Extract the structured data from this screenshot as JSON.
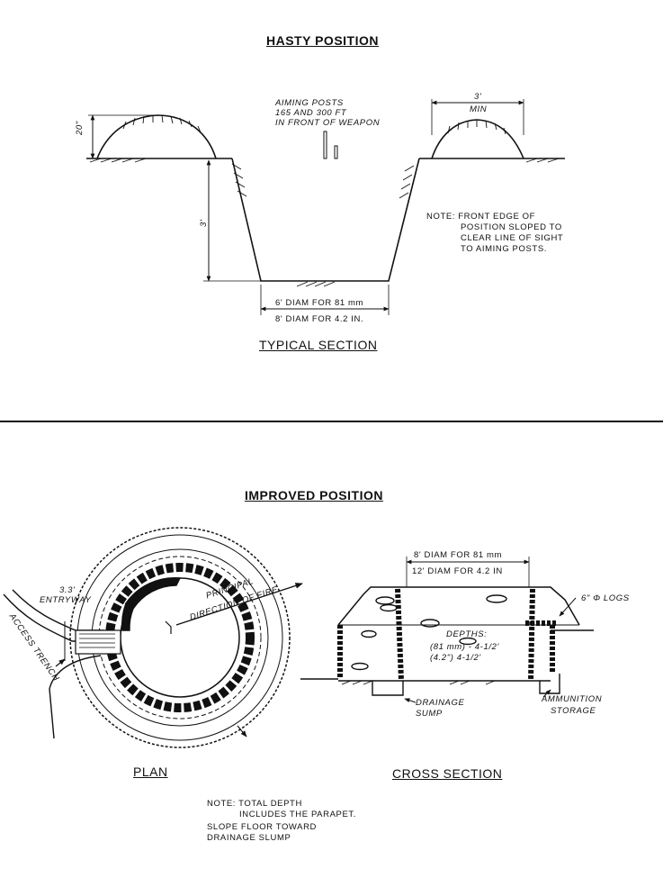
{
  "hasty": {
    "title": "HASTY POSITION",
    "aiming_line1": "AIMING POSTS",
    "aiming_line2": "165  AND 300 FT",
    "aiming_line3": "IN FRONT OF WEAPON",
    "dim_parapet_width": "3'",
    "dim_parapet_min": "MIN",
    "dim_parapet_height": "20\"",
    "dim_depth": "3'",
    "note_line1": "NOTE: FRONT EDGE OF",
    "note_line2": "POSITION SLOPED TO",
    "note_line3": "CLEAR LINE OF SIGHT",
    "note_line4": "TO AIMING POSTS.",
    "diam_81": "6' DIAM FOR 81 mm",
    "diam_42": "8' DIAM FOR 4.2 IN.",
    "section_caption": "TYPICAL SECTION"
  },
  "improved": {
    "title": "IMPROVED POSITION",
    "plan": {
      "entryway_dim": "3.3'",
      "entryway": "ENTRYWAY",
      "access_trench": "ACCESS TRENCH",
      "direction_line1": "PRINCIPAL",
      "direction_line2": "DIRECTION OF FIRE",
      "caption": "PLAN"
    },
    "cross": {
      "diam_81": "8' DIAM FOR 81 mm",
      "diam_42": "12' DIAM FOR 4.2 IN",
      "logs": "6\" Φ LOGS",
      "depths_line1": "DEPTHS:",
      "depths_line2": "(81 mm) - 4-1/2'",
      "depths_line3": "(4.2\") 4-1/2'",
      "drainage_line1": "DRAINAGE",
      "drainage_line2": "SUMP",
      "ammo_line1": "AMMUNITION",
      "ammo_line2": "STORAGE",
      "caption": "CROSS SECTION"
    },
    "note_line1": "NOTE: TOTAL DEPTH",
    "note_line2": "INCLUDES THE PARAPET.",
    "note_line3": "SLOPE FLOOR TOWARD",
    "note_line4": "DRAINAGE SLUMP"
  }
}
